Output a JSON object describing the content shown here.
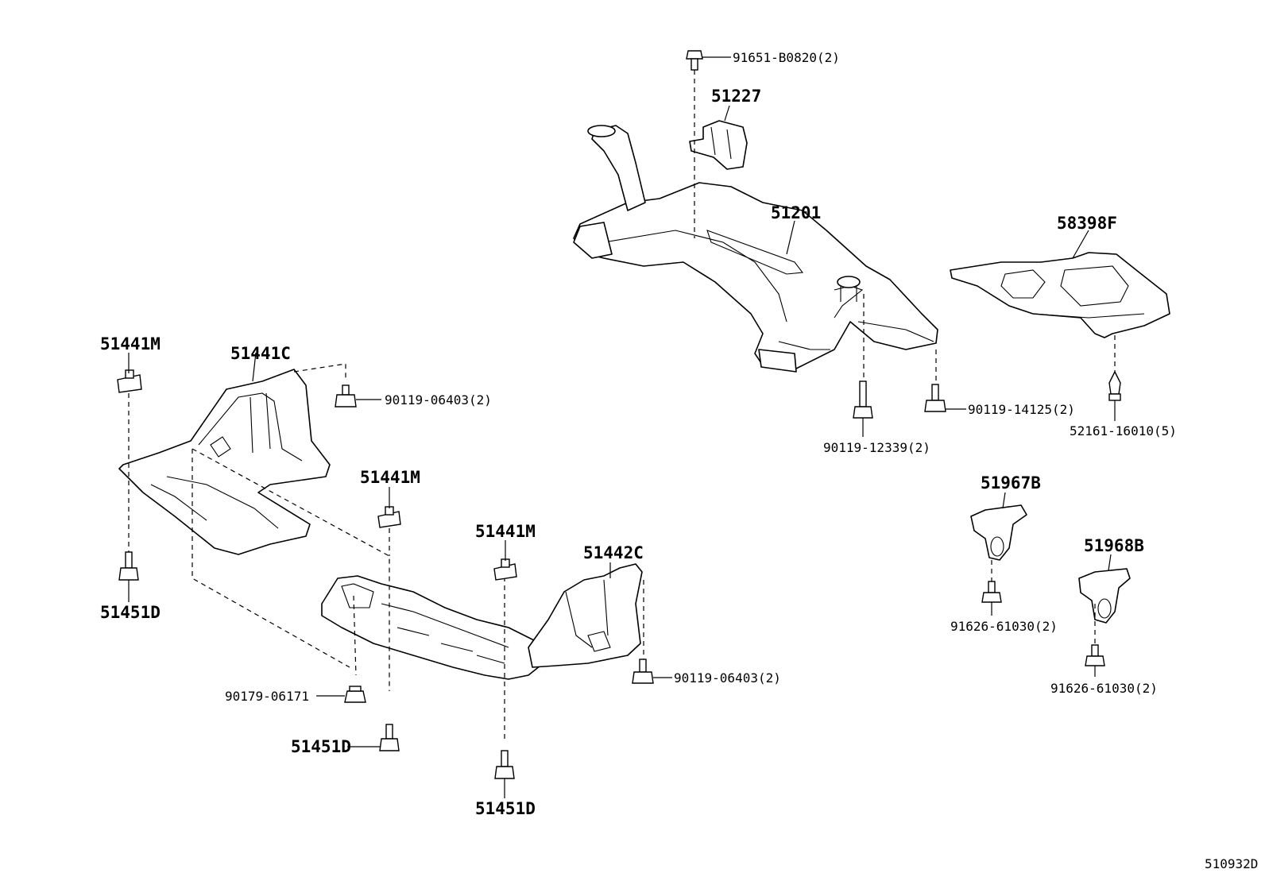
{
  "diagram_id": "510932D",
  "parts": {
    "bolt_91651": "91651-B0820(2)",
    "mount_51227": "51227",
    "crossmember_51201": "51201",
    "shield_58398F": "58398F",
    "bolt_90119_14125": "90119-14125(2)",
    "bolt_90119_12339": "90119-12339(2)",
    "clip_52161": "52161-16010(5)",
    "nut_51441M_left": "51441M",
    "cover_51441C": "51441C",
    "bolt_90119_06403_top": "90119-06403(2)",
    "screw_51451D_left": "51451D",
    "nut_51441M_center": "51441M",
    "nut_51441M_right": "51441M",
    "cover_51442C": "51442C",
    "bolt_90119_06403_right": "90119-06403(2)",
    "nut_90179": "90179-06171",
    "screw_51451D_center": "51451D",
    "screw_51451D_right": "51451D",
    "bracket_51967B": "51967B",
    "bolt_91626_a": "91626-61030(2)",
    "bracket_51968B": "51968B",
    "bolt_91626_b": "91626-61030(2)"
  }
}
